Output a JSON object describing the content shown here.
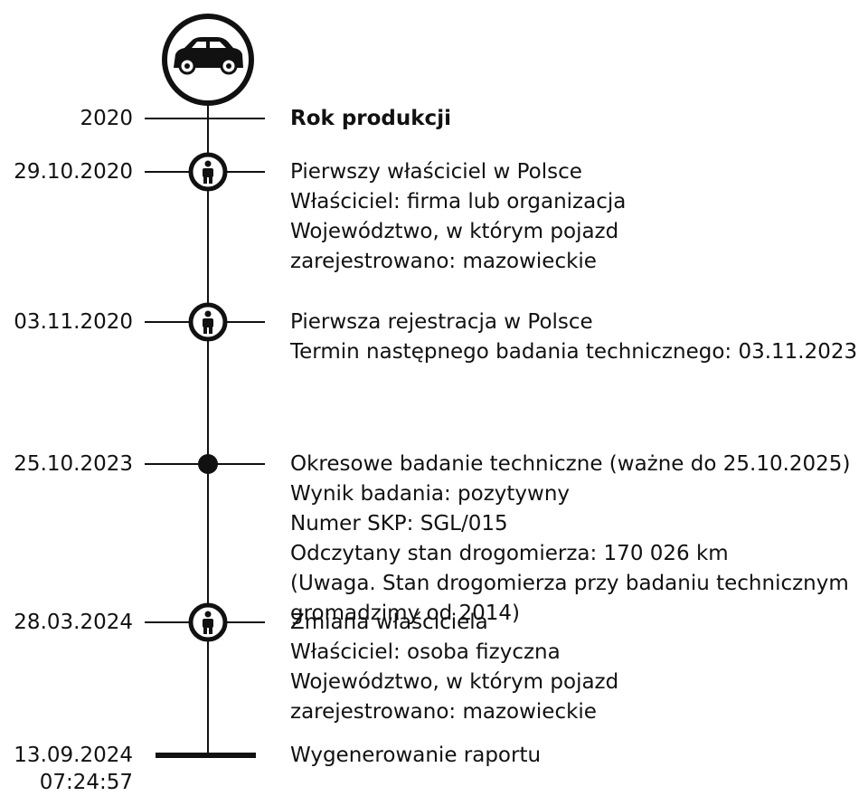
{
  "events": [
    {
      "date": "2020",
      "icon": "none",
      "bold": true,
      "lines": [
        "Rok produkcji"
      ]
    },
    {
      "date": "29.10.2020",
      "icon": "person-icon",
      "bold": false,
      "lines": [
        "Pierwszy właściciel w Polsce",
        "Właściciel: firma lub organizacja",
        "Województwo, w którym pojazd",
        "zarejestrowano: mazowieckie"
      ]
    },
    {
      "date": "03.11.2020",
      "icon": "person-icon",
      "bold": false,
      "lines": [
        "Pierwsza rejestracja w Polsce",
        "Termin następnego badania technicznego: 03.11.2023"
      ]
    },
    {
      "date": "25.10.2023",
      "icon": "dot-icon",
      "bold": false,
      "lines": [
        "Okresowe badanie techniczne (ważne do 25.10.2025)",
        "Wynik badania: pozytywny",
        "Numer SKP: SGL/015",
        "Odczytany stan drogomierza: 170 026 km",
        "(Uwaga. Stan drogomierza przy badaniu technicznym",
        "gromadzimy od 2014)"
      ]
    },
    {
      "date": "28.03.2024",
      "icon": "person-icon",
      "bold": false,
      "lines": [
        "Zmiana właściciela",
        "Właściciel: osoba fizyczna",
        "Województwo, w którym pojazd",
        "zarejestrowano: mazowieckie"
      ]
    },
    {
      "date": "13.09.2024",
      "time": "07:24:57",
      "icon": "end-bar",
      "bold": false,
      "lines": [
        "Wygenerowanie raportu"
      ]
    }
  ],
  "header_icon": "car-icon"
}
